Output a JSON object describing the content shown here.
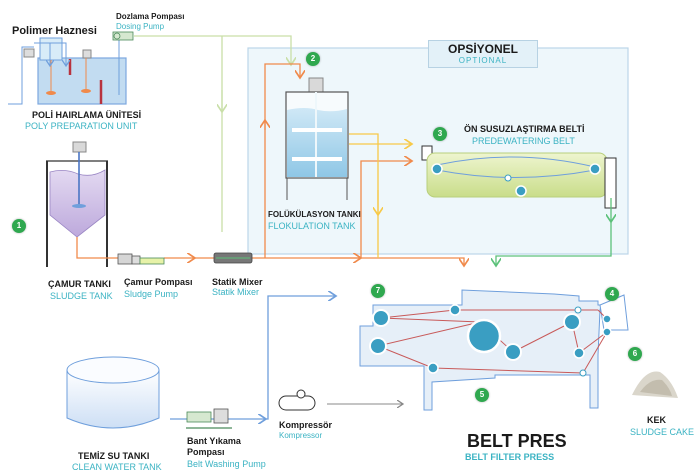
{
  "optional": {
    "tr": "OPSİYONEL",
    "en": "OPTIONAL"
  },
  "components": {
    "polymer_hopper": {
      "tr": "Polimer Haznesi"
    },
    "dosing_pump": {
      "tr": "Dozlama Pompası",
      "en": "Dosing Pump"
    },
    "poly_unit": {
      "tr": "POLİ HAIRLAMA ÜNİTESİ",
      "en": "POLY PREPARATION UNIT"
    },
    "sludge_tank": {
      "tr": "ÇAMUR TANKI",
      "en": "SLUDGE TANK",
      "badge": "1"
    },
    "sludge_pump": {
      "tr": "Çamur Pompası",
      "en": "Sludge Pump"
    },
    "static_mixer": {
      "tr": "Statik Mixer",
      "en": "Statik Mixer"
    },
    "flocculation_tank": {
      "tr": "FOLÜKÜLASYON TANKI",
      "en": "FLOKULATION TANK",
      "badge": "2"
    },
    "predewatering_belt": {
      "tr": "ÖN SUSUZLAŞTIRMA BELTİ",
      "en": "PREDEWATERING BELT",
      "badge": "3"
    },
    "clean_water_tank": {
      "tr": "TEMİZ SU TANKI",
      "en": "CLEAN WATER TANK"
    },
    "belt_washing_pump": {
      "tr1": "Bant Yıkama",
      "tr2": "Pompası",
      "en": "Belt Washing Pump"
    },
    "compressor": {
      "tr": "Kompressör",
      "en": "Kompressor"
    },
    "belt_press": {
      "tr": "BELT PRES",
      "en": "BELT FILTER PRESS"
    },
    "sludge_cake": {
      "tr": "KEK",
      "en": "SLUDGE CAKE",
      "badge": "6"
    }
  },
  "press_badges": {
    "b4": "4",
    "b5": "5",
    "b7": "7"
  },
  "colors": {
    "sludge_line": "#f08a4b",
    "polymer_line": "#c9dfa8",
    "floc_line": "#f7c948",
    "filtrate_line": "#5cc17a",
    "water_line": "#6f9fdc",
    "badge": "#2fa84f",
    "english_text": "#3bb3c3",
    "optional_panel": "#eef7fb"
  }
}
